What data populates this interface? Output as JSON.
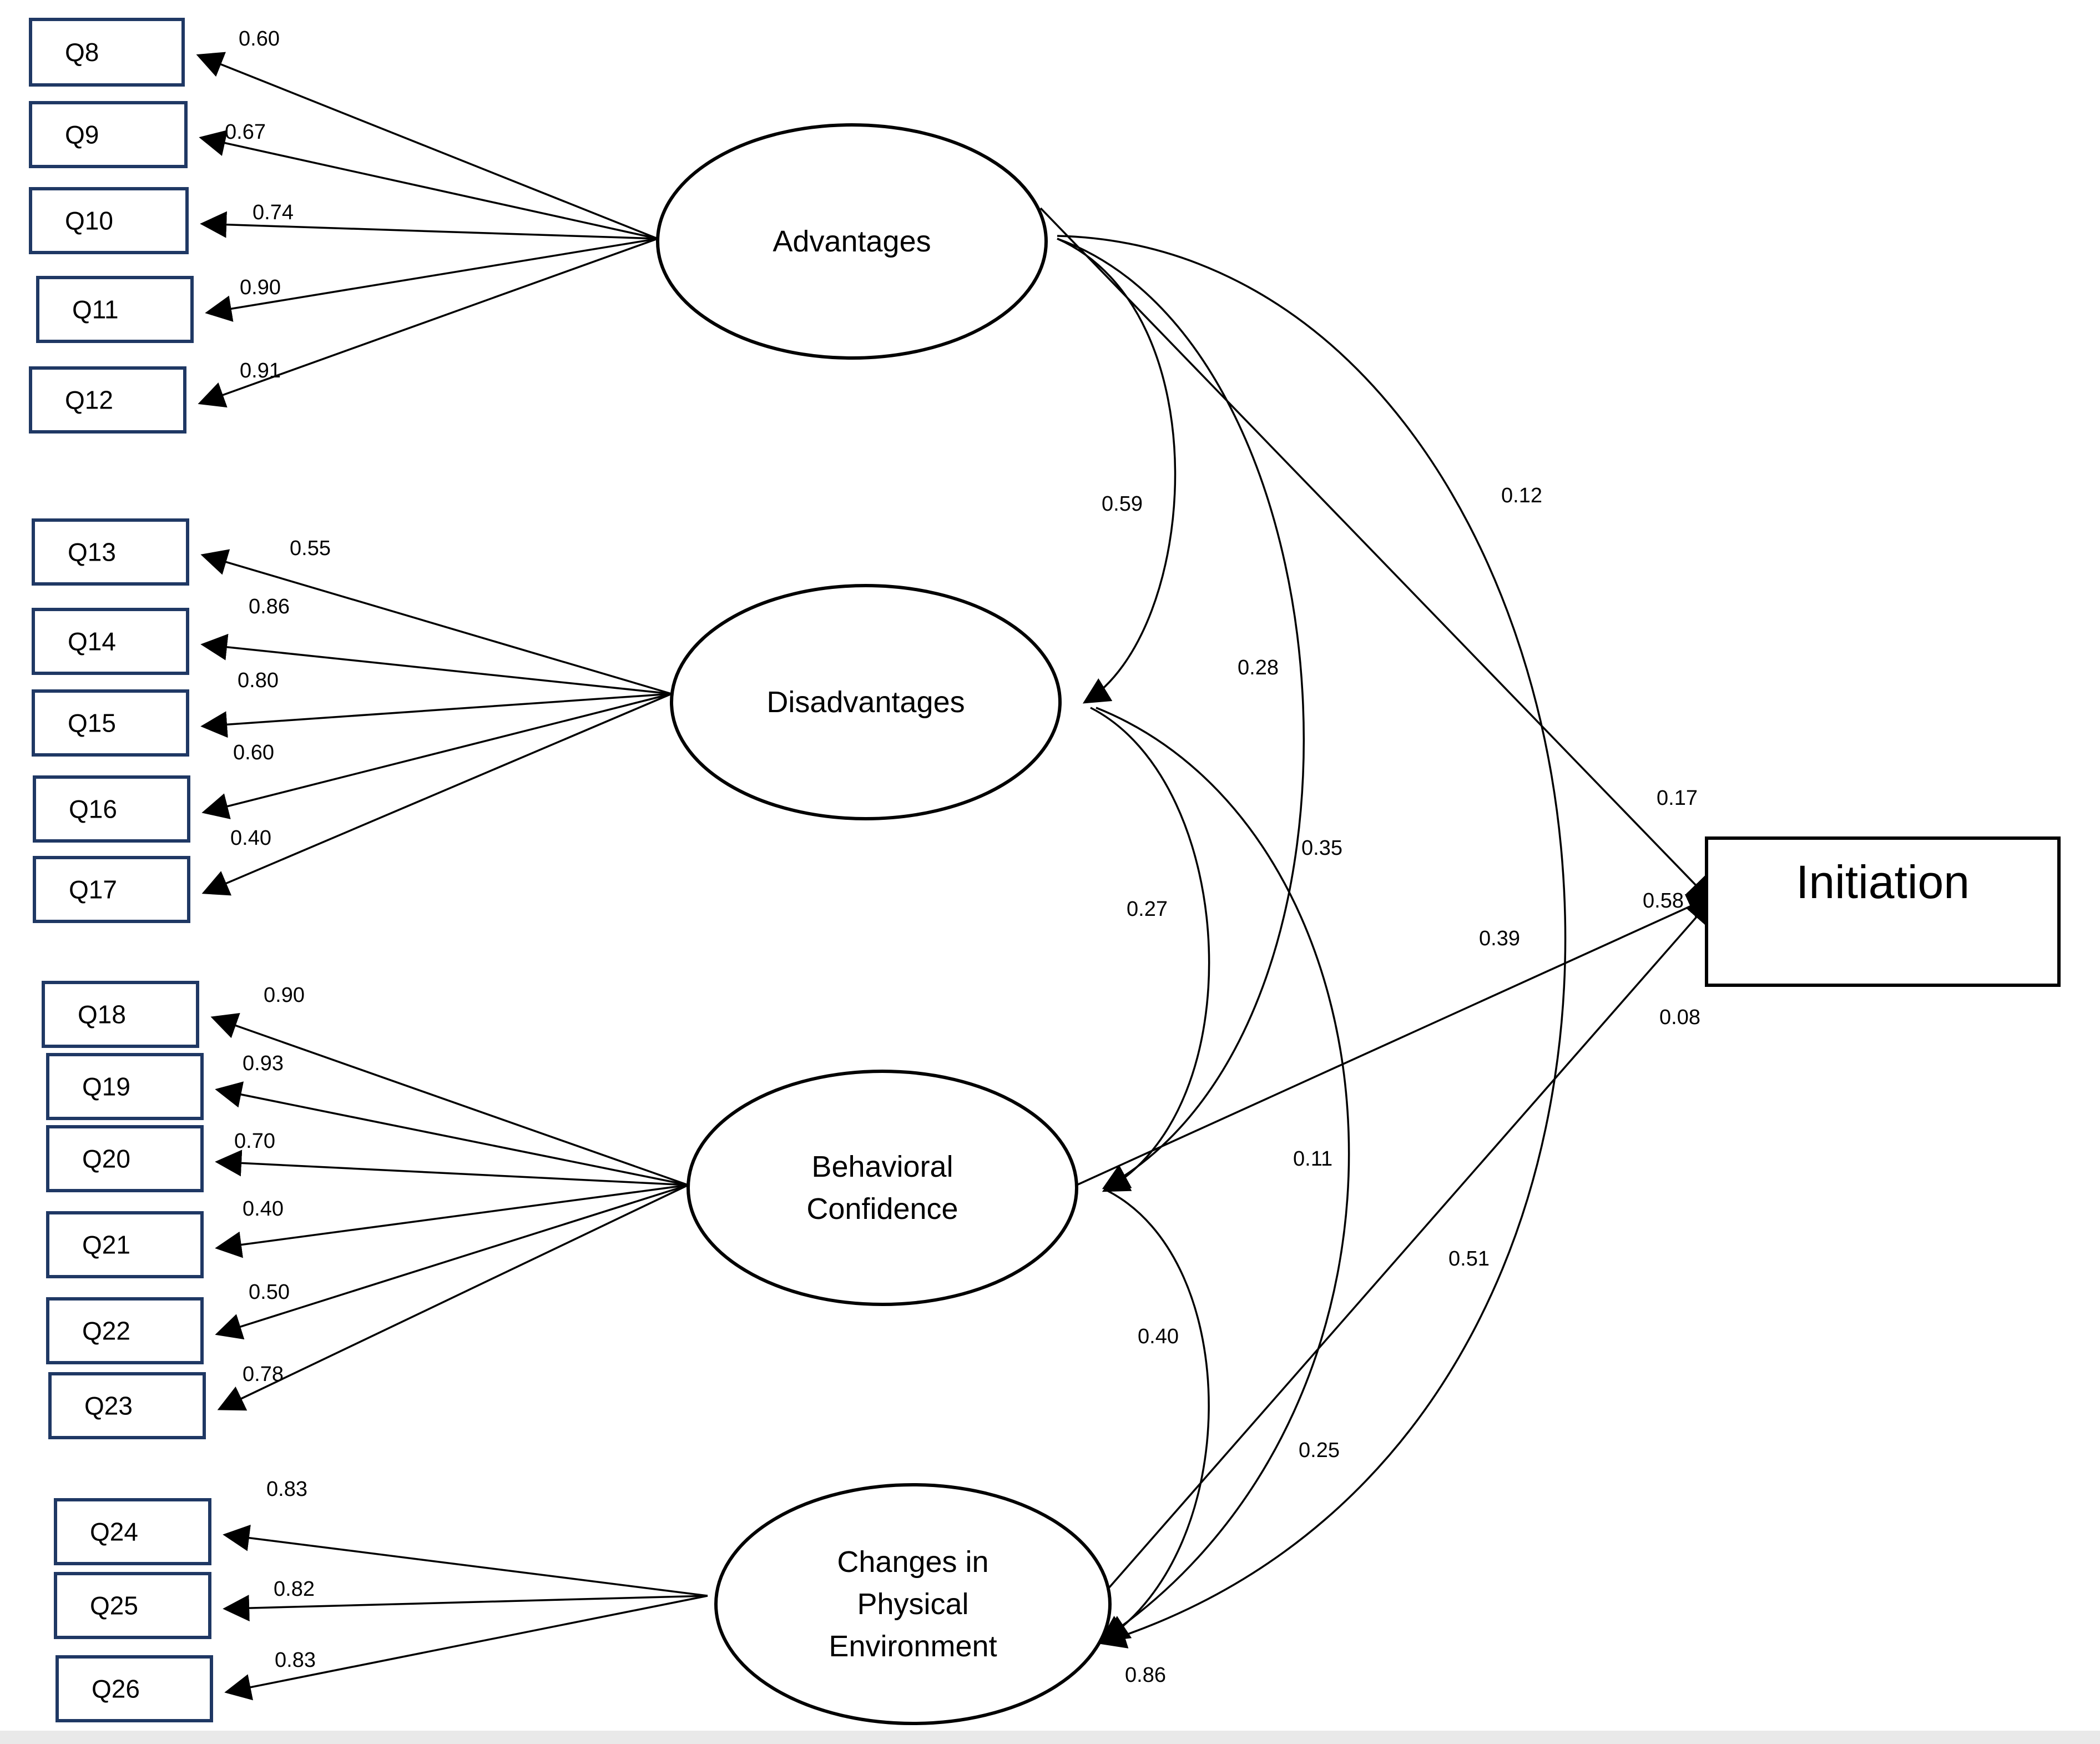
{
  "diagram": {
    "factors": [
      {
        "id": "adv",
        "lines": [
          "Advantages"
        ]
      },
      {
        "id": "dis",
        "lines": [
          "Disadvantages"
        ]
      },
      {
        "id": "beh",
        "lines": [
          "Behavioral",
          "Confidence"
        ]
      },
      {
        "id": "chg",
        "lines": [
          "Changes in",
          "Physical",
          "Environment"
        ]
      }
    ],
    "outcome": {
      "id": "init",
      "label": "Initiation"
    },
    "loadings": [
      {
        "factor": "adv",
        "item": "Q8",
        "value": "0.60"
      },
      {
        "factor": "adv",
        "item": "Q9",
        "value": "0.67"
      },
      {
        "factor": "adv",
        "item": "Q10",
        "value": "0.74"
      },
      {
        "factor": "adv",
        "item": "Q11",
        "value": "0.90"
      },
      {
        "factor": "adv",
        "item": "Q12",
        "value": "0.91"
      },
      {
        "factor": "dis",
        "item": "Q13",
        "value": "0.55"
      },
      {
        "factor": "dis",
        "item": "Q14",
        "value": "0.86"
      },
      {
        "factor": "dis",
        "item": "Q15",
        "value": "0.80"
      },
      {
        "factor": "dis",
        "item": "Q16",
        "value": "0.60"
      },
      {
        "factor": "dis",
        "item": "Q17",
        "value": "0.40"
      },
      {
        "factor": "beh",
        "item": "Q18",
        "value": "0.90"
      },
      {
        "factor": "beh",
        "item": "Q19",
        "value": "0.93"
      },
      {
        "factor": "beh",
        "item": "Q20",
        "value": "0.70"
      },
      {
        "factor": "beh",
        "item": "Q21",
        "value": "0.40"
      },
      {
        "factor": "beh",
        "item": "Q22",
        "value": "0.50"
      },
      {
        "factor": "beh",
        "item": "Q23",
        "value": "0.78"
      },
      {
        "factor": "chg",
        "item": "Q24",
        "value": "0.83"
      },
      {
        "factor": "chg",
        "item": "Q25",
        "value": "0.82"
      },
      {
        "factor": "chg",
        "item": "Q26",
        "value": "0.83"
      }
    ],
    "correlations": [
      {
        "from": "adv",
        "to": "dis",
        "value": "0.59"
      },
      {
        "from": "adv",
        "to": "beh",
        "value": "0.28"
      },
      {
        "from": "adv",
        "to": "chg",
        "value": "0.12"
      },
      {
        "from": "dis",
        "to": "beh",
        "value": "0.27"
      },
      {
        "from": "dis",
        "to": "chg",
        "value": "0.11"
      },
      {
        "from": "beh",
        "to": "chg",
        "value": "0.40"
      }
    ],
    "paths": [
      {
        "from": "adv",
        "to": "init",
        "value": "0.17"
      },
      {
        "from": "dis",
        "to": "init",
        "value": "0.35"
      },
      {
        "from": "beh",
        "to": "init",
        "value": "0.39"
      },
      {
        "from": "chg",
        "to": "init",
        "value": "0.08"
      },
      {
        "from": "beh",
        "to": "init",
        "value": "0.58"
      },
      {
        "from": "chg",
        "to": "init",
        "value": "0.51"
      },
      {
        "from": "chg",
        "to": "chg",
        "value": "0.25"
      },
      {
        "from": "chg",
        "to": "chg",
        "value": "0.86"
      }
    ]
  }
}
